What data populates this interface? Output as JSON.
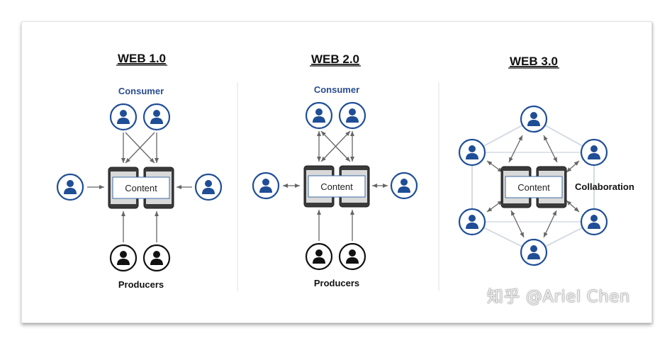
{
  "sections": [
    {
      "title": "WEB 1.0",
      "top_label": "Consumer",
      "bottom_label": "Producers",
      "content_label": "Content",
      "arrow_style": "one-way"
    },
    {
      "title": "WEB 2.0",
      "top_label": "Consumer",
      "bottom_label": "Producers",
      "content_label": "Content",
      "arrow_style": "two-way"
    },
    {
      "title": "WEB 3.0",
      "side_label": "Collaboration",
      "content_label": "Content",
      "arrow_style": "two-way-network"
    }
  ],
  "watermark": "知乎 @Ariel Chen",
  "colors": {
    "consumer_blue": "#1f4e96",
    "producer_black": "#111111",
    "arrow_gray": "#666666",
    "network_line": "#d5dbe3",
    "divider": "#e6e6e6"
  }
}
